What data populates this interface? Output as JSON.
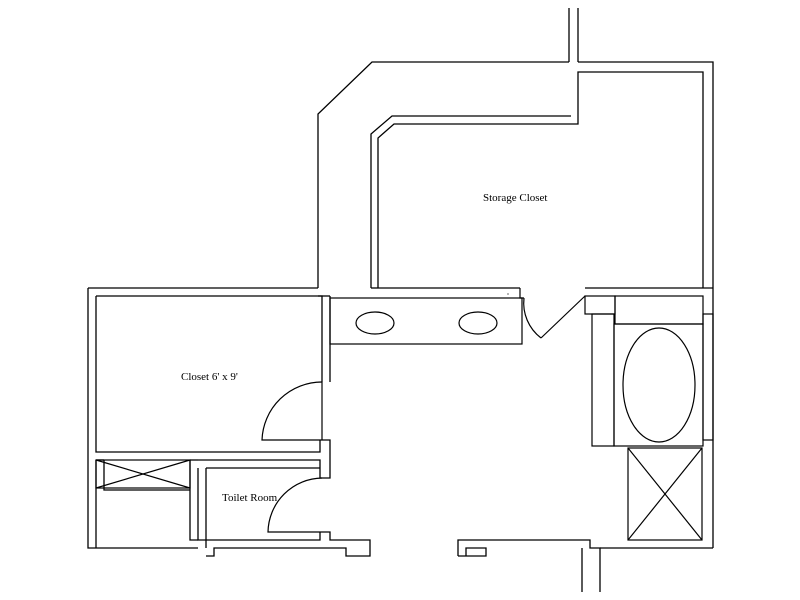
{
  "rooms": {
    "storage_closet": "Storage Closet",
    "closet": "Closet 6' x 9'",
    "toilet_room": "Toilet Room"
  },
  "colors": {
    "line": "#000000",
    "background": "#ffffff"
  }
}
